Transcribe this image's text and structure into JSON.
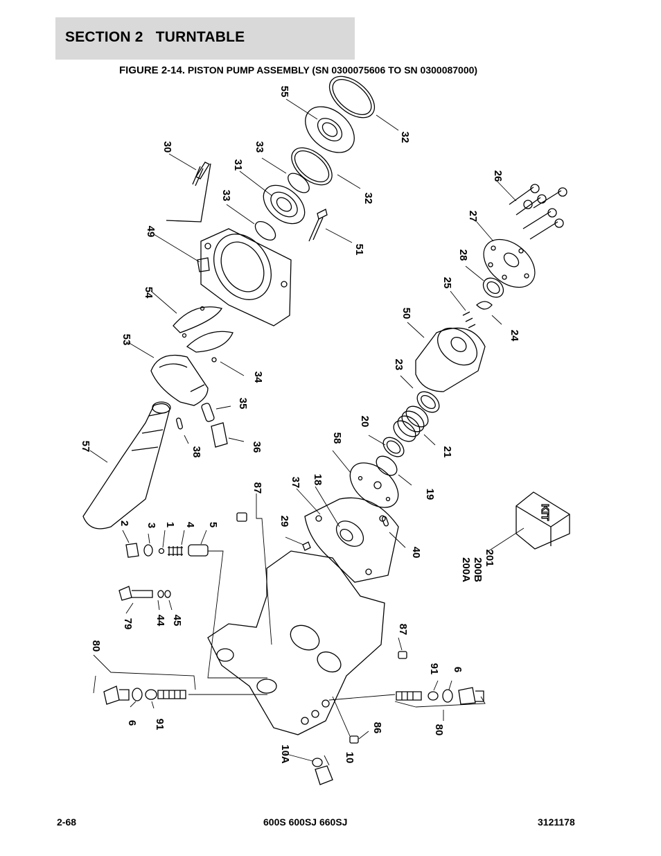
{
  "header": {
    "section_title": "SECTION 2   TURNTABLE"
  },
  "figure": {
    "number": "FIGURE 2-14.",
    "title": "PISTON PUMP ASSEMBLY (SN 0300075606 TO SN 0300087000)"
  },
  "callouts": {
    "c55": "55",
    "c32a": "32",
    "c30": "30",
    "c33a": "33",
    "c31": "31",
    "c32b": "32",
    "c33b": "33",
    "c49": "49",
    "c51": "51",
    "c26": "26",
    "c27": "27",
    "c28": "28",
    "c25": "25",
    "c24": "24",
    "c50": "50",
    "c54": "54",
    "c53": "53",
    "c34": "34",
    "c35": "35",
    "c23": "23",
    "c20": "20",
    "c21": "21",
    "c58": "58",
    "c57": "57",
    "c38": "38",
    "c36": "36",
    "c19": "19",
    "c37": "37",
    "c18": "18",
    "c87a": "87",
    "c2": "2",
    "c3": "3",
    "c1": "1",
    "c4": "4",
    "c5": "5",
    "c29": "29",
    "c40": "40",
    "c200a": "200A",
    "c200b": "200B",
    "c201": "201",
    "c79": "79",
    "c44": "44",
    "c45": "45",
    "c87b": "87",
    "c80a": "80",
    "c91a": "91",
    "c6a": "6",
    "c6b": "6",
    "c91b": "91",
    "c86": "86",
    "c80b": "80",
    "c10a": "10A",
    "c10": "10"
  },
  "kit_label": "KIT",
  "footer": {
    "page_number": "2-68",
    "models": "600S 600SJ 660SJ",
    "doc_number": "3121178"
  }
}
